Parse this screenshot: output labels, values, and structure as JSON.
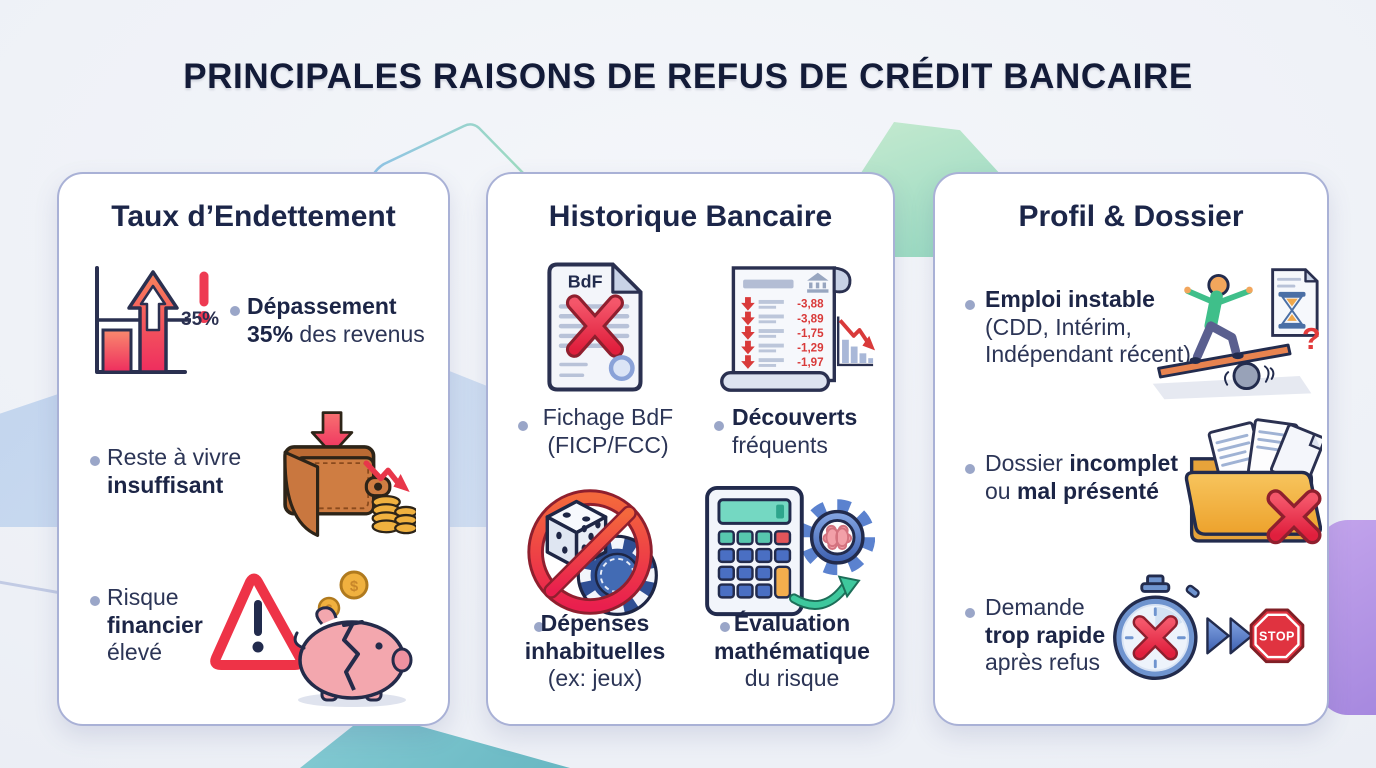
{
  "page": {
    "title": "PRINCIPALES RAISONS DE REFUS DE CRÉDIT BANCAIRE"
  },
  "cards": [
    {
      "title": "Taux d’Endettement",
      "item1": {
        "l1b": "Dépassement",
        "l2b": "35%",
        "l2": " des revenus"
      },
      "item2": {
        "l1": "Reste à vivre",
        "l2b": "insuffisant"
      },
      "item3": {
        "l1": "Risque",
        "l2b": "financier",
        "l3": "élevé"
      },
      "chart_label": "35%",
      "dollar": "$"
    },
    {
      "title": "Historique Bancaire",
      "item1": {
        "l1": "Fichage BdF",
        "l2": "(FICP/FCC)"
      },
      "item2": {
        "l1b": "Découverts",
        "l2": "fréquents"
      },
      "item3": {
        "l1b": "Dépenses",
        "l2b": "inhabituelles",
        "l3": "(ex: jeux)"
      },
      "item4": {
        "l1b": "Évaluation",
        "l2b": "mathématique",
        "l3": "du risque"
      },
      "doc_label": "BdF",
      "statement_values": [
        "-3,88",
        "-3,89",
        "-1,75",
        "-1,29",
        "-1,97"
      ]
    },
    {
      "title": "Profil & Dossier",
      "item1": {
        "l1b": "Emploi instable",
        "l2": "(CDD, Intérim,",
        "l3": "Indépendant récent)"
      },
      "item2": {
        "l1": "Dossier ",
        "l1b": "incomplet",
        "l2": "ou ",
        "l2b": "mal présenté"
      },
      "item3": {
        "l1": "Demande",
        "l2b": "trop rapide",
        "l3": "après refus"
      },
      "stop_label": "STOP",
      "question_mark": "?"
    }
  ]
}
